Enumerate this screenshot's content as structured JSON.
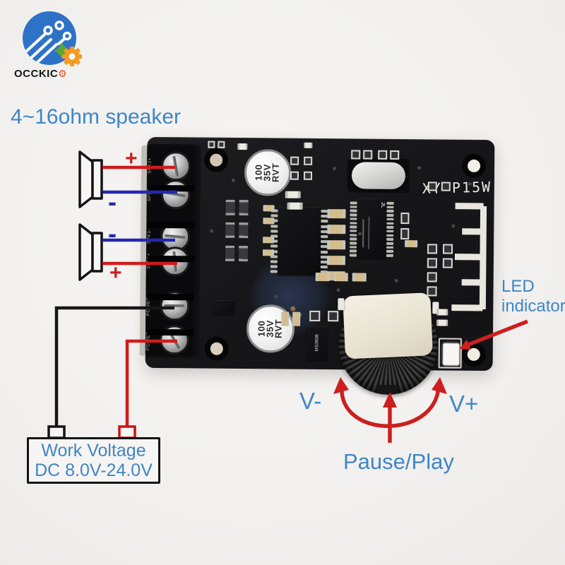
{
  "logo": {
    "brand": "OCCKIC",
    "gear_glyph": "⚙"
  },
  "annotations": {
    "speaker_spec": "4~16ohm speaker",
    "speaker1_plus": "+",
    "speaker1_minus": "-",
    "speaker2_minus": "-",
    "speaker2_plus": "+",
    "led_line1": "LED",
    "led_line2": "indicator",
    "volume_down": "V-",
    "volume_up": "V+",
    "pause_play": "Pause/Play",
    "work_voltage_line1": "Work Voltage",
    "work_voltage_line2": "DC 8.0V-24.0V"
  },
  "board": {
    "model": "XY-P15W",
    "cap1": {
      "l1": "100",
      "l2": "35V",
      "l3": "RVT"
    },
    "cap2": {
      "l1": "100",
      "l2": "35V",
      "l3": "RVT"
    },
    "bt_chip_logo": "JL",
    "regulator_marking": "MS3608",
    "terminal_labels": [
      "SPK2+",
      "SPK2-",
      "SPK1-",
      "SPK1+",
      "POWER-",
      "POWER+"
    ]
  },
  "icons": {
    "logo_globe": "circuit-globe-icon",
    "logo_gear": "gear-icon",
    "speakers": "speaker-icon",
    "antenna": "bluetooth-antenna-icon",
    "arrows": "red-arrow-icon"
  },
  "colors": {
    "annotation_blue": "#3f85c6",
    "annotation_red": "#cd1f1f",
    "wire_red": "#d11a1a",
    "wire_blue": "#2428ae",
    "wire_black": "#161616",
    "pcb_black": "#17171a",
    "logo_blue": "#2e72c8",
    "logo_orange": "#f59a23",
    "logo_green": "#58a832"
  }
}
